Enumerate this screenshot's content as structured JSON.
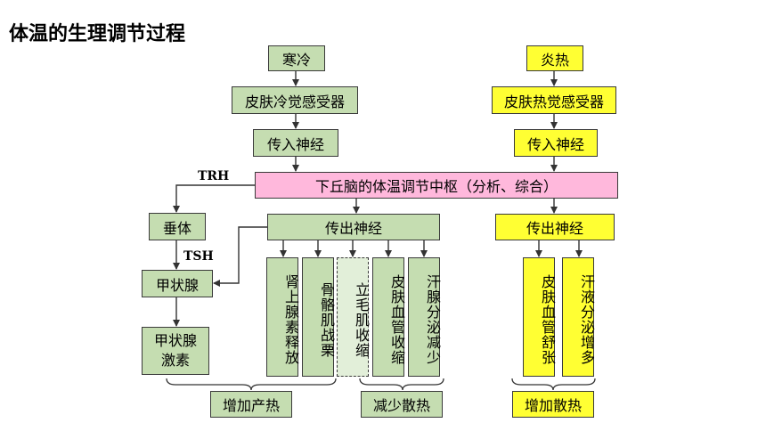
{
  "title": "体温的生理调节过程",
  "cold": {
    "stimulus": "寒冷",
    "receptor": "皮肤冷觉感受器",
    "afferent": "传入神经"
  },
  "hot": {
    "stimulus": "炎热",
    "receptor": "皮肤热觉感受器",
    "afferent": "传入神经",
    "efferent": "传出神经",
    "effects": [
      "皮肤血管舒张",
      "汗液分泌增多"
    ],
    "result": "增加散热"
  },
  "center": "下丘脑的体温调节中枢（分析、综合）",
  "hormones": {
    "trh": "TRH",
    "tsh": "TSH",
    "pituitary": "垂体",
    "thyroid": "甲状腺",
    "thyroid_hormone": "甲状腺激素"
  },
  "cold_efferent": "传出神经",
  "cold_effects": [
    "肾上腺素释放",
    "骨骼肌战栗",
    "立毛肌收缩",
    "皮肤血管收缩",
    "汗腺分泌减少"
  ],
  "cold_results": {
    "heat_production": "增加产热",
    "heat_loss": "减少散热"
  }
}
